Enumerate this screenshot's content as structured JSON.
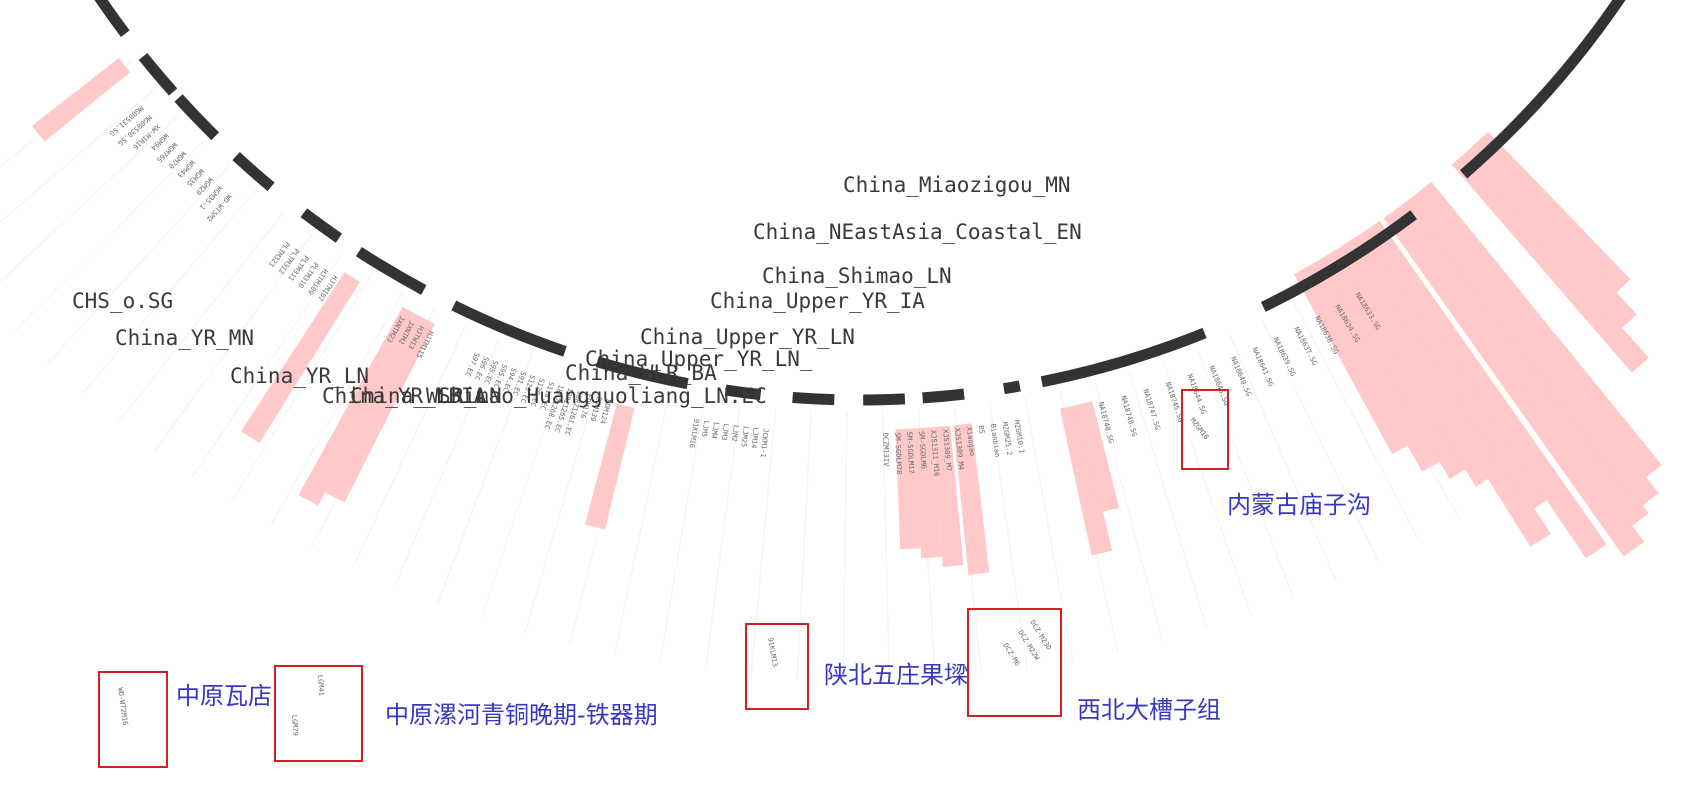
{
  "colors": {
    "arc": "#333333",
    "bar": "#ffc9c9",
    "highlight_box": "#d32020",
    "annotation": "#3838c0"
  },
  "clades": [
    "CHS_o.SG",
    "China_YR_MN",
    "China_YR_LN",
    "China_YR_LBIA",
    "China_WLR_LN",
    "Shimao_Huangguoliang_LN.EC",
    "China_WLR_BA",
    "China_Upper_YR_LN_",
    "China_Upper_YR_LN",
    "China_Upper_YR_IA",
    "China_Shimao_LN",
    "China_NEastAsia_Coastal_EN",
    "China_Miaozigou_MN"
  ],
  "tips": {
    "group_left": [
      "MG00531.SG",
      "MG00530.SG",
      "XW-M1R16",
      "WGM94",
      "WGM76S",
      "WGM70",
      "WGM43",
      "WGM35",
      "WGM20",
      "WGM35-1",
      "WD-WT5M2"
    ],
    "group_yr": [
      "PLTM323",
      "PLTM312",
      "PLTM311",
      "PLTM310",
      "HJTM109",
      "HJTM107"
    ],
    "group_lbia": [
      "JXNTM23",
      "JXNTM2",
      "HJTW13",
      "HJTM115"
    ],
    "group_ec": [
      "S97.EC",
      "S96.EC",
      "S95.EC",
      "S95.EC",
      "S94.EC",
      "S91.EC",
      "S123.EC",
      "S120.EC",
      "S118.EC",
      "18RZ1268.EC",
      "18RZ1265.EC",
      "18RZ1261.EC",
      "EDM176",
      "EDM139",
      "EDM124"
    ],
    "group_ljm": [
      "91KLM16",
      "LJM5",
      "LJM4",
      "LJM3",
      "LJM2",
      "LJM25",
      "LJM14",
      "JCKM1-1"
    ],
    "group_sm": [
      "DCZM13IV",
      "SM-SGDLM78",
      "SM-SGDLM17",
      "SM-SGDLM6",
      "XJS1311_M16",
      "XJS1309_M7",
      "XJS1309_M4",
      "Xiaogao",
      "BS",
      "Bianbian",
      "MZGM25.2",
      "MZGM10.1"
    ],
    "group_na": [
      "NA18740.SG",
      "NA18748.SG",
      "NA18747.SG",
      "NA18745.SG",
      "NA18644.SG",
      "NA18645.SG",
      "NA18640.SG",
      "NA18641.SG",
      "NA18639.SG",
      "NA18637.SG",
      "NA18638.SG",
      "NA18634.SG",
      "NA18633.SG"
    ]
  },
  "boxes": [
    {
      "labels": [
        "WD-WT2M16"
      ]
    },
    {
      "labels": [
        "LGM79",
        "LGM41"
      ]
    },
    {
      "labels": [
        "91KLM13"
      ]
    },
    {
      "labels": [
        "DCZ-M23D",
        "DCZ-M22W",
        "DCZ-M6"
      ]
    },
    {
      "labels": [
        "MZGM16"
      ]
    }
  ],
  "annotations": [
    "中原瓦店",
    "中原漯河青铜晚期-铁器期",
    "陕北五庄果墚",
    "西北大槽子组",
    "内蒙古庙子沟"
  ]
}
